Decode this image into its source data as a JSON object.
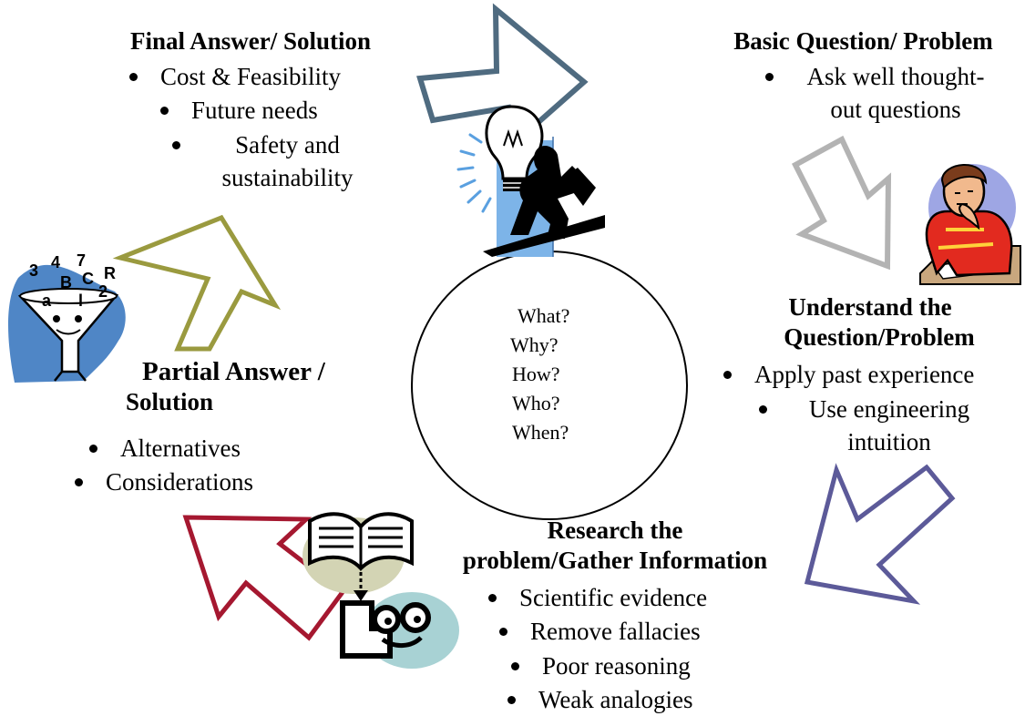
{
  "final": {
    "title": "Final Answer/ Solution",
    "items": [
      "Cost & Feasibility",
      "Future needs",
      "Safety and sustainability"
    ]
  },
  "basic": {
    "title": "Basic Question/ Problem",
    "items": [
      "Ask well thought-out questions"
    ]
  },
  "understand": {
    "title_line1": "Understand the",
    "title_line2": "Question/Problem",
    "items": [
      "Apply past experience",
      "Use engineering intuition"
    ]
  },
  "research": {
    "title_line1": "Research the",
    "title_line2": "problem/Gather Information",
    "items": [
      "Scientific evidence",
      "Remove fallacies",
      "Poor reasoning",
      "Weak analogies"
    ]
  },
  "partial": {
    "title_line1": "Partial Answer /",
    "title_line2": "Solution",
    "items": [
      "Alternatives",
      "Considerations"
    ]
  },
  "center": {
    "questions": [
      "What?",
      "Why?",
      "How?",
      "Who?",
      "When?"
    ]
  },
  "funnel_letters": [
    "3",
    "4",
    "7",
    "B",
    "C",
    "R",
    "a",
    "l",
    "2"
  ],
  "colors": {
    "arrow_top": "#4f6b80",
    "arrow_right_top": "#b3b3b3",
    "arrow_right_bottom": "#5c5a99",
    "arrow_bottom_left": "#a51830",
    "arrow_left": "#9a9a3f",
    "clipart_blue": "#4f86c6",
    "bulb_panel": "#7db4e8",
    "sage": "#d3d4b4",
    "teal": "#a8d2d4",
    "lavender": "#9ea6e4",
    "shirt_red": "#e22a1f"
  }
}
